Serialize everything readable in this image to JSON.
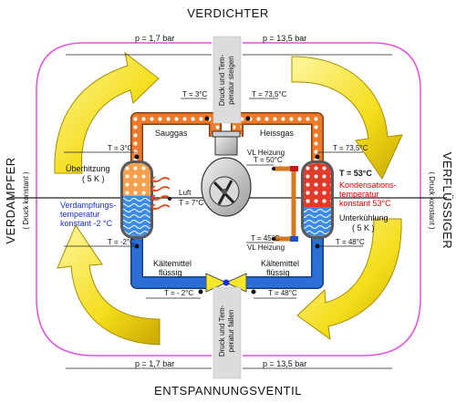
{
  "titles": {
    "top": "VERDICHTER",
    "bottom": "ENTSPANNUNGSVENTIL",
    "left": "VERDAMPFER",
    "left_sub": "( Druck konstant )",
    "right": "VERFLÜSSIGER",
    "right_sub": "( Druck konstant )"
  },
  "pressures": {
    "top_left": "p = 1,7 bar",
    "top_right": "p = 13,5 bar",
    "bottom_left": "p = 1,7 bar",
    "bottom_right": "p = 13,5 bar"
  },
  "notes": {
    "compressor_l1": "Druck und Tem-",
    "compressor_l2": "peratur steigen",
    "valve_l1": "Druck und Tem-",
    "valve_l2": "peratur fallen"
  },
  "pipes": {
    "suction_gas": "Sauggas",
    "hot_gas": "Heissgas",
    "liquid_left_l1": "Kältemittel",
    "liquid_left_l2": "flüssig",
    "liquid_right_l1": "Kältemittel",
    "liquid_right_l2": "flüssig"
  },
  "temperatures": {
    "suction_top": "T = 3°C",
    "hot_top": "T = 73,5°C",
    "evap_top": "T = 3°C",
    "evap_bottom": "T = -2°C",
    "cond_top": "T = 73,5°C",
    "cond_bottom": "T = 48°C",
    "liquid_left": "T = - 2°C",
    "liquid_right": "T = 48°C",
    "vl_top": "T = 50°C",
    "vl_bottom": "T = 45°C",
    "air": "T = 7°C"
  },
  "labels": {
    "superheat_l1": "Überhitzung",
    "superheat_l2": "( 5 K )",
    "evap_temp_l1": "Verdampfungs-",
    "evap_temp_l2": "temperatur",
    "evap_temp_l3": "konstant -2 °C",
    "air": "Luft",
    "vl_heating_top": "VL Heizung",
    "vl_heating_bottom": "VL Heizung",
    "cond_t": "T = 53°C",
    "cond_temp_l1": "Kondensations-",
    "cond_temp_l2": "temperatur",
    "cond_temp_l3": "konstant 53°C",
    "subcool_l1": "Unterkühlung",
    "subcool_l2": "( 5 K )"
  },
  "colors": {
    "hot_pipe": "#ee7b2c",
    "cold_pipe": "#2b6fd6",
    "liquid_blue": "#3d8be8",
    "evap_orange": "#f4a04c",
    "cond_red": "#e23a2a",
    "arrow_yellow": "#f4dd1a",
    "cycle_line": "#e84fe0",
    "valve_yellow": "#f7e92a"
  }
}
